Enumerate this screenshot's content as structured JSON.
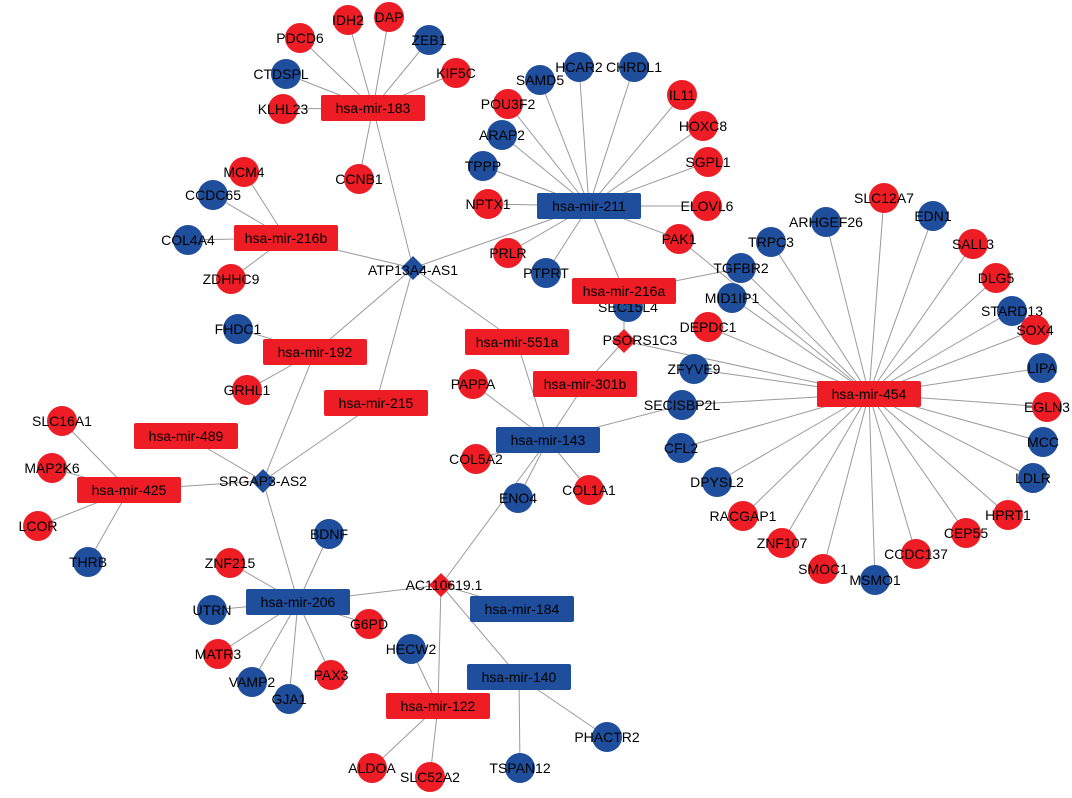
{
  "colors": {
    "up": "#ee1c24",
    "down": "#1f4e9c",
    "edge": "#9a9a9a",
    "text": "#000000"
  },
  "nodes": [
    {
      "id": "hsa-mir-183",
      "label": "hsa-mir-183",
      "shape": "rect",
      "color": "up"
    },
    {
      "id": "hsa-mir-216b",
      "label": "hsa-mir-216b",
      "shape": "rect",
      "color": "up"
    },
    {
      "id": "hsa-mir-192",
      "label": "hsa-mir-192",
      "shape": "rect",
      "color": "up"
    },
    {
      "id": "hsa-mir-215",
      "label": "hsa-mir-215",
      "shape": "rect",
      "color": "up"
    },
    {
      "id": "hsa-mir-489",
      "label": "hsa-mir-489",
      "shape": "rect",
      "color": "up"
    },
    {
      "id": "hsa-mir-425",
      "label": "hsa-mir-425",
      "shape": "rect",
      "color": "up"
    },
    {
      "id": "hsa-mir-211",
      "label": "hsa-mir-211",
      "shape": "rect",
      "color": "down"
    },
    {
      "id": "hsa-mir-216a",
      "label": "hsa-mir-216a",
      "shape": "rect",
      "color": "up"
    },
    {
      "id": "hsa-mir-551a",
      "label": "hsa-mir-551a",
      "shape": "rect",
      "color": "up"
    },
    {
      "id": "hsa-mir-301b",
      "label": "hsa-mir-301b",
      "shape": "rect",
      "color": "up"
    },
    {
      "id": "hsa-mir-143",
      "label": "hsa-mir-143",
      "shape": "rect",
      "color": "down"
    },
    {
      "id": "hsa-mir-454",
      "label": "hsa-mir-454",
      "shape": "rect",
      "color": "up"
    },
    {
      "id": "hsa-mir-206",
      "label": "hsa-mir-206",
      "shape": "rect",
      "color": "down"
    },
    {
      "id": "hsa-mir-184",
      "label": "hsa-mir-184",
      "shape": "rect",
      "color": "down"
    },
    {
      "id": "hsa-mir-140",
      "label": "hsa-mir-140",
      "shape": "rect",
      "color": "down"
    },
    {
      "id": "hsa-mir-122",
      "label": "hsa-mir-122",
      "shape": "rect",
      "color": "up"
    },
    {
      "id": "ATP13A4-AS1",
      "label": "ATP13A4-AS1",
      "shape": "diamond",
      "color": "down"
    },
    {
      "id": "SRGAP3-AS2",
      "label": "SRGAP3-AS2",
      "shape": "diamond",
      "color": "down"
    },
    {
      "id": "PSORS1C3",
      "label": "PSORS1C3",
      "shape": "diamond",
      "color": "up"
    },
    {
      "id": "AC110619.1",
      "label": "AC110619.1",
      "shape": "diamond",
      "color": "up"
    },
    {
      "id": "IDH2",
      "label": "IDH2",
      "shape": "circle",
      "color": "up"
    },
    {
      "id": "DAP",
      "label": "DAP",
      "shape": "circle",
      "color": "up"
    },
    {
      "id": "PDCD6",
      "label": "PDCD6",
      "shape": "circle",
      "color": "up"
    },
    {
      "id": "ZEB1",
      "label": "ZEB1",
      "shape": "circle",
      "color": "down"
    },
    {
      "id": "CTDSPL",
      "label": "CTDSPL",
      "shape": "circle",
      "color": "down"
    },
    {
      "id": "KIF5C",
      "label": "KIF5C",
      "shape": "circle",
      "color": "up"
    },
    {
      "id": "KLHL23",
      "label": "KLHL23",
      "shape": "circle",
      "color": "up"
    },
    {
      "id": "CCNB1",
      "label": "CCNB1",
      "shape": "circle",
      "color": "up"
    },
    {
      "id": "MCM4",
      "label": "MCM4",
      "shape": "circle",
      "color": "up"
    },
    {
      "id": "CCDC65",
      "label": "CCDC65",
      "shape": "circle",
      "color": "down"
    },
    {
      "id": "COL4A4",
      "label": "COL4A4",
      "shape": "circle",
      "color": "down"
    },
    {
      "id": "ZDHHC9",
      "label": "ZDHHC9",
      "shape": "circle",
      "color": "up"
    },
    {
      "id": "FHDC1",
      "label": "FHDC1",
      "shape": "circle",
      "color": "down"
    },
    {
      "id": "GRHL1",
      "label": "GRHL1",
      "shape": "circle",
      "color": "up"
    },
    {
      "id": "SLC16A1",
      "label": "SLC16A1",
      "shape": "circle",
      "color": "up"
    },
    {
      "id": "MAP2K6",
      "label": "MAP2K6",
      "shape": "circle",
      "color": "up"
    },
    {
      "id": "LCOR",
      "label": "LCOR",
      "shape": "circle",
      "color": "up"
    },
    {
      "id": "THRB",
      "label": "THRB",
      "shape": "circle",
      "color": "down"
    },
    {
      "id": "HCAR2",
      "label": "HCAR2",
      "shape": "circle",
      "color": "down"
    },
    {
      "id": "SAMD5",
      "label": "SAMD5",
      "shape": "circle",
      "color": "down"
    },
    {
      "id": "CHRDL1",
      "label": "CHRDL1",
      "shape": "circle",
      "color": "down"
    },
    {
      "id": "POU3F2",
      "label": "POU3F2",
      "shape": "circle",
      "color": "up"
    },
    {
      "id": "IL11",
      "label": "IL11",
      "shape": "circle",
      "color": "up"
    },
    {
      "id": "ARAP2",
      "label": "ARAP2",
      "shape": "circle",
      "color": "down"
    },
    {
      "id": "HOXC8",
      "label": "HOXC8",
      "shape": "circle",
      "color": "up"
    },
    {
      "id": "TPPP",
      "label": "TPPP",
      "shape": "circle",
      "color": "down"
    },
    {
      "id": "SGPL1",
      "label": "SGPL1",
      "shape": "circle",
      "color": "up"
    },
    {
      "id": "NPTX1",
      "label": "NPTX1",
      "shape": "circle",
      "color": "up"
    },
    {
      "id": "ELOVL6",
      "label": "ELOVL6",
      "shape": "circle",
      "color": "up"
    },
    {
      "id": "PRLR",
      "label": "PRLR",
      "shape": "circle",
      "color": "up"
    },
    {
      "id": "PTPRT",
      "label": "PTPRT",
      "shape": "circle",
      "color": "down"
    },
    {
      "id": "PAK1",
      "label": "PAK1",
      "shape": "circle",
      "color": "up"
    },
    {
      "id": "TGFBR2",
      "label": "TGFBR2",
      "shape": "circle",
      "color": "down"
    },
    {
      "id": "PAPPA",
      "label": "PAPPA",
      "shape": "circle",
      "color": "up"
    },
    {
      "id": "COL5A2",
      "label": "COL5A2",
      "shape": "circle",
      "color": "up"
    },
    {
      "id": "COL1A1",
      "label": "COL1A1",
      "shape": "circle",
      "color": "up"
    },
    {
      "id": "ENO4",
      "label": "ENO4",
      "shape": "circle",
      "color": "down"
    },
    {
      "id": "SEC14L4",
      "label": "SEC15L4",
      "shape": "circle",
      "color": "down"
    },
    {
      "id": "SLC12A7",
      "label": "SLC12A7",
      "shape": "circle",
      "color": "up"
    },
    {
      "id": "ARHGEF26",
      "label": "ARHGEF26",
      "shape": "circle",
      "color": "down"
    },
    {
      "id": "EDN1",
      "label": "EDN1",
      "shape": "circle",
      "color": "down"
    },
    {
      "id": "SALL3",
      "label": "SALL3",
      "shape": "circle",
      "color": "up"
    },
    {
      "id": "TRPC3",
      "label": "TRPC3",
      "shape": "circle",
      "color": "down"
    },
    {
      "id": "DLG5",
      "label": "DLG5",
      "shape": "circle",
      "color": "up"
    },
    {
      "id": "MID1IP1",
      "label": "MID1IP1",
      "shape": "circle",
      "color": "down"
    },
    {
      "id": "STARD13",
      "label": "STARD13",
      "shape": "circle",
      "color": "down"
    },
    {
      "id": "DEPDC1",
      "label": "DEPDC1",
      "shape": "circle",
      "color": "up"
    },
    {
      "id": "SOX4",
      "label": "SOX4",
      "shape": "circle",
      "color": "up"
    },
    {
      "id": "ZFYVE9",
      "label": "ZFYVE9",
      "shape": "circle",
      "color": "down"
    },
    {
      "id": "LIPA",
      "label": "LIPA",
      "shape": "circle",
      "color": "down"
    },
    {
      "id": "SECISBP2L",
      "label": "SECISBP2L",
      "shape": "circle",
      "color": "down"
    },
    {
      "id": "EGLN3",
      "label": "EGLN3",
      "shape": "circle",
      "color": "up"
    },
    {
      "id": "CFL2",
      "label": "CFL2",
      "shape": "circle",
      "color": "down"
    },
    {
      "id": "MCC",
      "label": "MCC",
      "shape": "circle",
      "color": "down"
    },
    {
      "id": "DPYSL2",
      "label": "DPYSL2",
      "shape": "circle",
      "color": "down"
    },
    {
      "id": "LDLR",
      "label": "LDLR",
      "shape": "circle",
      "color": "down"
    },
    {
      "id": "HPRT1",
      "label": "HPRT1",
      "shape": "circle",
      "color": "up"
    },
    {
      "id": "RACGAP1",
      "label": "RACGAP1",
      "shape": "circle",
      "color": "up"
    },
    {
      "id": "CEP55",
      "label": "CEP55",
      "shape": "circle",
      "color": "up"
    },
    {
      "id": "ZNF107",
      "label": "ZNF107",
      "shape": "circle",
      "color": "up"
    },
    {
      "id": "CCDC137",
      "label": "CCDC137",
      "shape": "circle",
      "color": "up"
    },
    {
      "id": "SMOC1",
      "label": "SMOC1",
      "shape": "circle",
      "color": "up"
    },
    {
      "id": "MSMO1",
      "label": "MSMO1",
      "shape": "circle",
      "color": "down"
    },
    {
      "id": "BDNF",
      "label": "BDNF",
      "shape": "circle",
      "color": "down"
    },
    {
      "id": "ZNF215",
      "label": "ZNF215",
      "shape": "circle",
      "color": "up"
    },
    {
      "id": "UTRN",
      "label": "UTRN",
      "shape": "circle",
      "color": "down"
    },
    {
      "id": "G6PD",
      "label": "G6PD",
      "shape": "circle",
      "color": "up"
    },
    {
      "id": "MATR3",
      "label": "MATR3",
      "shape": "circle",
      "color": "up"
    },
    {
      "id": "VAMP2",
      "label": "VAMP2",
      "shape": "circle",
      "color": "down"
    },
    {
      "id": "PAX3",
      "label": "PAX3",
      "shape": "circle",
      "color": "up"
    },
    {
      "id": "GJA1",
      "label": "GJA1",
      "shape": "circle",
      "color": "down"
    },
    {
      "id": "HECW2",
      "label": "HECW2",
      "shape": "circle",
      "color": "down"
    },
    {
      "id": "PHACTR2",
      "label": "PHACTR2",
      "shape": "circle",
      "color": "down"
    },
    {
      "id": "TSPAN12",
      "label": "TSPAN12",
      "shape": "circle",
      "color": "down"
    },
    {
      "id": "ALDOA",
      "label": "ALDOA",
      "shape": "circle",
      "color": "up"
    },
    {
      "id": "SLC52A2",
      "label": "SLC52A2",
      "shape": "circle",
      "color": "up"
    }
  ],
  "edges": [
    [
      "hsa-mir-183",
      "IDH2"
    ],
    [
      "hsa-mir-183",
      "DAP"
    ],
    [
      "hsa-mir-183",
      "PDCD6"
    ],
    [
      "hsa-mir-183",
      "ZEB1"
    ],
    [
      "hsa-mir-183",
      "CTDSPL"
    ],
    [
      "hsa-mir-183",
      "KIF5C"
    ],
    [
      "hsa-mir-183",
      "KLHL23"
    ],
    [
      "hsa-mir-183",
      "CCNB1"
    ],
    [
      "hsa-mir-183",
      "ATP13A4-AS1"
    ],
    [
      "hsa-mir-216b",
      "MCM4"
    ],
    [
      "hsa-mir-216b",
      "CCDC65"
    ],
    [
      "hsa-mir-216b",
      "COL4A4"
    ],
    [
      "hsa-mir-216b",
      "ZDHHC9"
    ],
    [
      "hsa-mir-216b",
      "ATP13A4-AS1"
    ],
    [
      "hsa-mir-192",
      "FHDC1"
    ],
    [
      "hsa-mir-192",
      "GRHL1"
    ],
    [
      "hsa-mir-192",
      "ATP13A4-AS1"
    ],
    [
      "hsa-mir-192",
      "SRGAP3-AS2"
    ],
    [
      "hsa-mir-215",
      "ATP13A4-AS1"
    ],
    [
      "hsa-mir-215",
      "SRGAP3-AS2"
    ],
    [
      "hsa-mir-489",
      "SRGAP3-AS2"
    ],
    [
      "hsa-mir-425",
      "SLC16A1"
    ],
    [
      "hsa-mir-425",
      "MAP2K6"
    ],
    [
      "hsa-mir-425",
      "LCOR"
    ],
    [
      "hsa-mir-425",
      "THRB"
    ],
    [
      "hsa-mir-425",
      "SRGAP3-AS2"
    ],
    [
      "hsa-mir-211",
      "ATP13A4-AS1"
    ],
    [
      "hsa-mir-211",
      "HCAR2"
    ],
    [
      "hsa-mir-211",
      "SAMD5"
    ],
    [
      "hsa-mir-211",
      "CHRDL1"
    ],
    [
      "hsa-mir-211",
      "POU3F2"
    ],
    [
      "hsa-mir-211",
      "IL11"
    ],
    [
      "hsa-mir-211",
      "ARAP2"
    ],
    [
      "hsa-mir-211",
      "HOXC8"
    ],
    [
      "hsa-mir-211",
      "TPPP"
    ],
    [
      "hsa-mir-211",
      "SGPL1"
    ],
    [
      "hsa-mir-211",
      "NPTX1"
    ],
    [
      "hsa-mir-211",
      "ELOVL6"
    ],
    [
      "hsa-mir-211",
      "PRLR"
    ],
    [
      "hsa-mir-211",
      "PTPRT"
    ],
    [
      "hsa-mir-211",
      "PAK1"
    ],
    [
      "hsa-mir-211",
      "hsa-mir-216a"
    ],
    [
      "hsa-mir-216a",
      "TGFBR2"
    ],
    [
      "hsa-mir-216a",
      "PSORS1C3"
    ],
    [
      "hsa-mir-551a",
      "ATP13A4-AS1"
    ],
    [
      "hsa-mir-551a",
      "hsa-mir-143"
    ],
    [
      "hsa-mir-301b",
      "PSORS1C3"
    ],
    [
      "hsa-mir-301b",
      "hsa-mir-143"
    ],
    [
      "hsa-mir-143",
      "PAPPA"
    ],
    [
      "hsa-mir-143",
      "COL5A2"
    ],
    [
      "hsa-mir-143",
      "COL1A1"
    ],
    [
      "hsa-mir-143",
      "ENO4"
    ],
    [
      "hsa-mir-143",
      "SECISBP2L"
    ],
    [
      "hsa-mir-143",
      "AC110619.1"
    ],
    [
      "hsa-mir-454",
      "PSORS1C3"
    ],
    [
      "hsa-mir-454",
      "SLC12A7"
    ],
    [
      "hsa-mir-454",
      "ARHGEF26"
    ],
    [
      "hsa-mir-454",
      "EDN1"
    ],
    [
      "hsa-mir-454",
      "SALL3"
    ],
    [
      "hsa-mir-454",
      "TRPC3"
    ],
    [
      "hsa-mir-454",
      "DLG5"
    ],
    [
      "hsa-mir-454",
      "TGFBR2"
    ],
    [
      "hsa-mir-454",
      "MID1IP1"
    ],
    [
      "hsa-mir-454",
      "STARD13"
    ],
    [
      "hsa-mir-454",
      "DEPDC1"
    ],
    [
      "hsa-mir-454",
      "SOX4"
    ],
    [
      "hsa-mir-454",
      "ZFYVE9"
    ],
    [
      "hsa-mir-454",
      "LIPA"
    ],
    [
      "hsa-mir-454",
      "SECISBP2L"
    ],
    [
      "hsa-mir-454",
      "EGLN3"
    ],
    [
      "hsa-mir-454",
      "CFL2"
    ],
    [
      "hsa-mir-454",
      "MCC"
    ],
    [
      "hsa-mir-454",
      "DPYSL2"
    ],
    [
      "hsa-mir-454",
      "LDLR"
    ],
    [
      "hsa-mir-454",
      "HPRT1"
    ],
    [
      "hsa-mir-454",
      "RACGAP1"
    ],
    [
      "hsa-mir-454",
      "CEP55"
    ],
    [
      "hsa-mir-454",
      "ZNF107"
    ],
    [
      "hsa-mir-454",
      "CCDC137"
    ],
    [
      "hsa-mir-454",
      "SMOC1"
    ],
    [
      "hsa-mir-454",
      "MSMO1"
    ],
    [
      "hsa-mir-454",
      "PAK1"
    ],
    [
      "hsa-mir-206",
      "SRGAP3-AS2"
    ],
    [
      "hsa-mir-206",
      "AC110619.1"
    ],
    [
      "hsa-mir-206",
      "BDNF"
    ],
    [
      "hsa-mir-206",
      "ZNF215"
    ],
    [
      "hsa-mir-206",
      "UTRN"
    ],
    [
      "hsa-mir-206",
      "G6PD"
    ],
    [
      "hsa-mir-206",
      "MATR3"
    ],
    [
      "hsa-mir-206",
      "VAMP2"
    ],
    [
      "hsa-mir-206",
      "PAX3"
    ],
    [
      "hsa-mir-206",
      "GJA1"
    ],
    [
      "hsa-mir-184",
      "AC110619.1"
    ],
    [
      "hsa-mir-140",
      "AC110619.1"
    ],
    [
      "hsa-mir-140",
      "PHACTR2"
    ],
    [
      "hsa-mir-140",
      "TSPAN12"
    ],
    [
      "hsa-mir-122",
      "AC110619.1"
    ],
    [
      "hsa-mir-122",
      "HECW2"
    ],
    [
      "hsa-mir-122",
      "ALDOA"
    ],
    [
      "hsa-mir-122",
      "SLC52A2"
    ]
  ]
}
